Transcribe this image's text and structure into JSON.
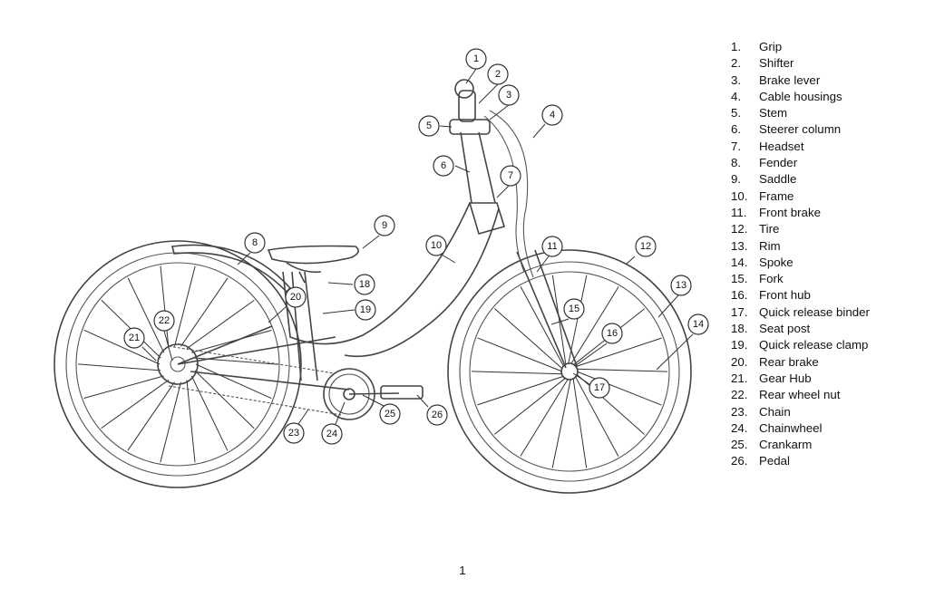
{
  "parts": [
    {
      "number": "1.",
      "name": "Grip"
    },
    {
      "number": "2.",
      "name": "Shifter"
    },
    {
      "number": "3.",
      "name": "Brake lever"
    },
    {
      "number": "4.",
      "name": "Cable housings"
    },
    {
      "number": "5.",
      "name": "Stem"
    },
    {
      "number": "6.",
      "name": "Steerer column"
    },
    {
      "number": "7.",
      "name": "Headset"
    },
    {
      "number": "8.",
      "name": "Fender"
    },
    {
      "number": "9.",
      "name": "Saddle"
    },
    {
      "number": "10.",
      "name": "Frame"
    },
    {
      "number": "11.",
      "name": "Front brake"
    },
    {
      "number": "12.",
      "name": "Tire"
    },
    {
      "number": "13.",
      "name": "Rim"
    },
    {
      "number": "14.",
      "name": "Spoke"
    },
    {
      "number": "15.",
      "name": "Fork"
    },
    {
      "number": "16.",
      "name": "Front hub"
    },
    {
      "number": "17.",
      "name": "Quick release binder"
    },
    {
      "number": "18.",
      "name": "Seat post"
    },
    {
      "number": "19.",
      "name": "Quick release clamp"
    },
    {
      "number": "20.",
      "name": "Rear brake"
    },
    {
      "number": "21.",
      "name": "Gear Hub"
    },
    {
      "number": "22.",
      "name": "Rear wheel nut"
    },
    {
      "number": "23.",
      "name": "Chain"
    },
    {
      "number": "24.",
      "name": "Chainwheel"
    },
    {
      "number": "25.",
      "name": "Crankarm"
    },
    {
      "number": "26.",
      "name": "Pedal"
    }
  ],
  "callouts": [
    "1",
    "2",
    "3",
    "4",
    "5",
    "6",
    "7",
    "8",
    "9",
    "10",
    "11",
    "12",
    "13",
    "14",
    "15",
    "16",
    "17",
    "18",
    "19",
    "20",
    "21",
    "22",
    "23",
    "24",
    "25",
    "26"
  ],
  "page_number": "1"
}
